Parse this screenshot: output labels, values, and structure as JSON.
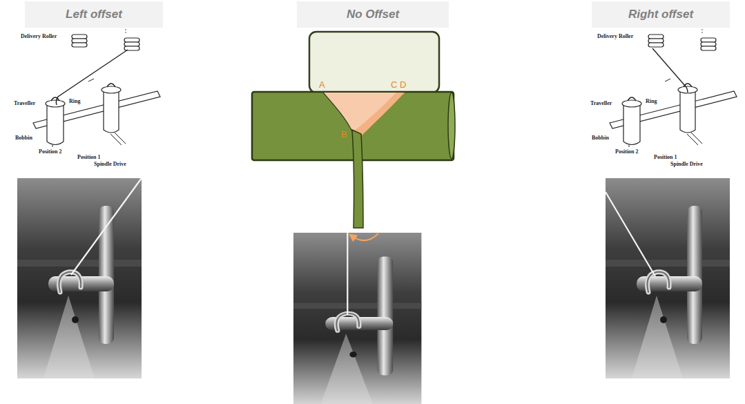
{
  "diagram": {
    "nodes": [
      {
        "text": [
          "Left offset"
        ]
      },
      {
        "text": [
          "No Offset"
        ]
      },
      {
        "text": [
          "Right offset"
        ]
      }
    ],
    "labels": [
      "Delivery Roller",
      "Traveller",
      "Ring",
      "Bobbin",
      "Position 2",
      "Position 1",
      "Spindle Drive",
      "A",
      "C",
      "D",
      "B",
      "Delivery Roller",
      "Traveller",
      "Ring",
      "Bobbin",
      "Position 2",
      "Position 1",
      "Spindle Drive"
    ]
  }
}
